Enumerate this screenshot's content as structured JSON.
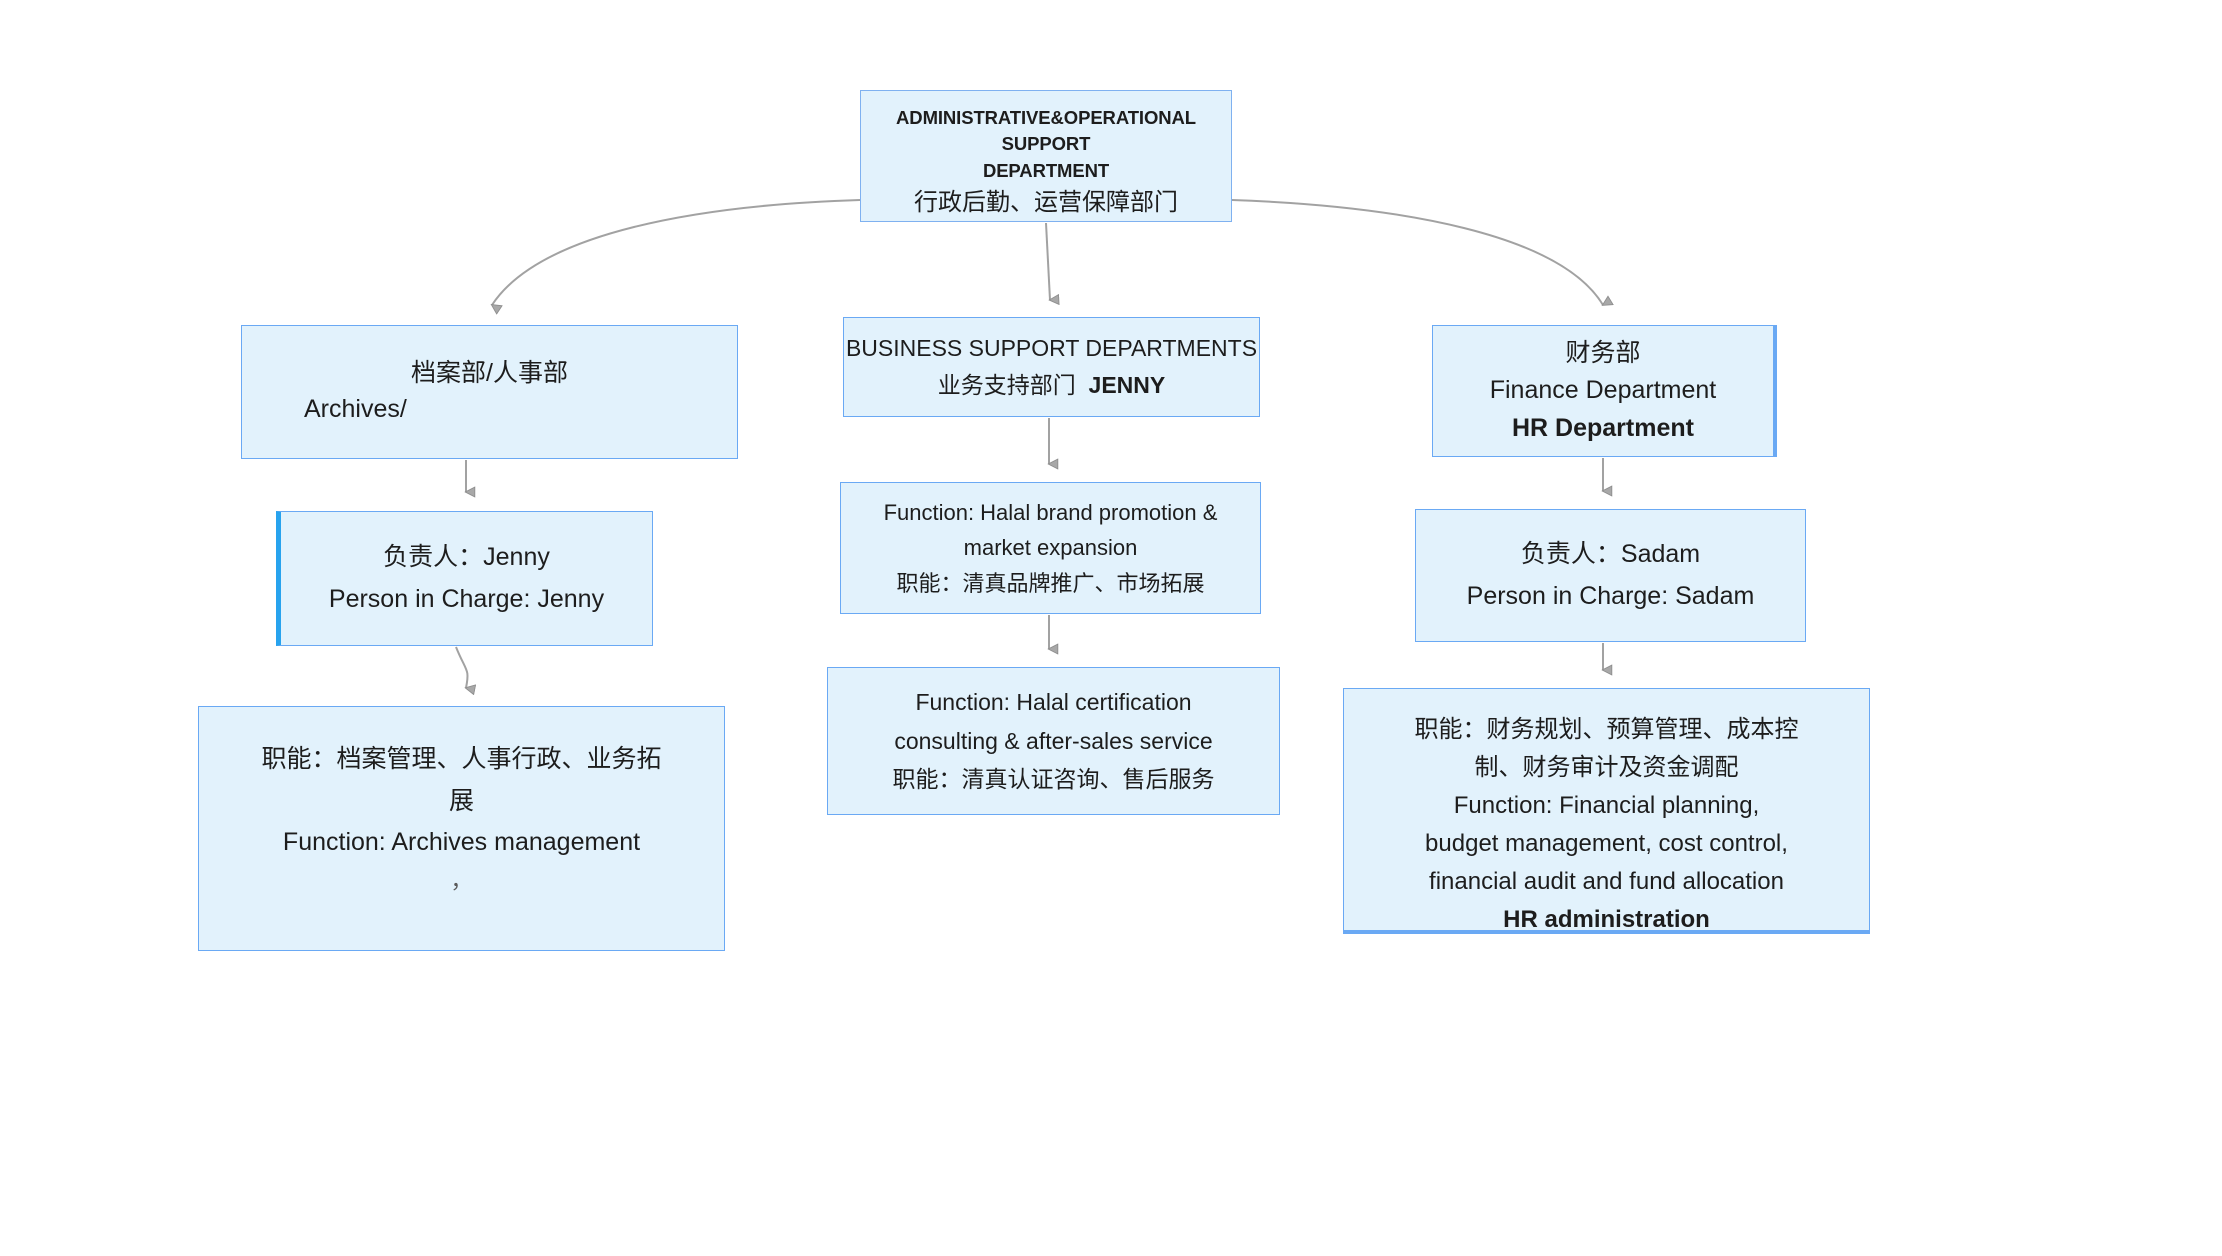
{
  "diagram": {
    "title_root": {
      "en_line1": "ADMINISTRATIVE&OPERATIONAL SUPPORT",
      "en_line2": "DEPARTMENT",
      "cn": "行政后勤、运营保障部门"
    },
    "branches": {
      "left": {
        "dept": {
          "cn": "档案部/人事部",
          "en": "Archives/"
        },
        "owner": {
          "cn": "负责人：Jenny",
          "en": "Person in Charge: Jenny"
        },
        "function": {
          "cn_line1": "职能：档案管理、人事行政、业务拓",
          "cn_line2": "展",
          "en": "Function: Archives management",
          "tail": "，"
        }
      },
      "middle": {
        "dept": {
          "en": "BUSINESS SUPPORT DEPARTMENTS",
          "cn": "业务支持部门",
          "owner_tag": "JENNY"
        },
        "function1": {
          "en_line1": "Function: Halal brand promotion &",
          "en_line2": "market expansion",
          "cn": "职能：清真品牌推广、市场拓展"
        },
        "function2": {
          "en_line1": "Function: Halal certification",
          "en_line2": "consulting & after-sales service",
          "cn": "职能：清真认证咨询、售后服务"
        }
      },
      "right": {
        "dept": {
          "cn": "财务部",
          "en": "Finance Department",
          "en_bold": "HR Department"
        },
        "owner": {
          "cn": "负责人：Sadam",
          "en": "Person in Charge: Sadam"
        },
        "function": {
          "cn_line1": "职能：财务规划、预算管理、成本控",
          "cn_line2": "制、财务审计及资金调配",
          "en_line1": "Function: Financial planning,",
          "en_line2": "budget management, cost control,",
          "en_line3": "financial audit and fund allocation",
          "en_bold": "HR administration"
        }
      }
    },
    "colors": {
      "node_fill": "#e2f2fc",
      "node_border": "#6aa9f4",
      "accent_left": "#27a3ee",
      "connector": "#9a9a9a",
      "text": "#1d1d1d"
    }
  }
}
